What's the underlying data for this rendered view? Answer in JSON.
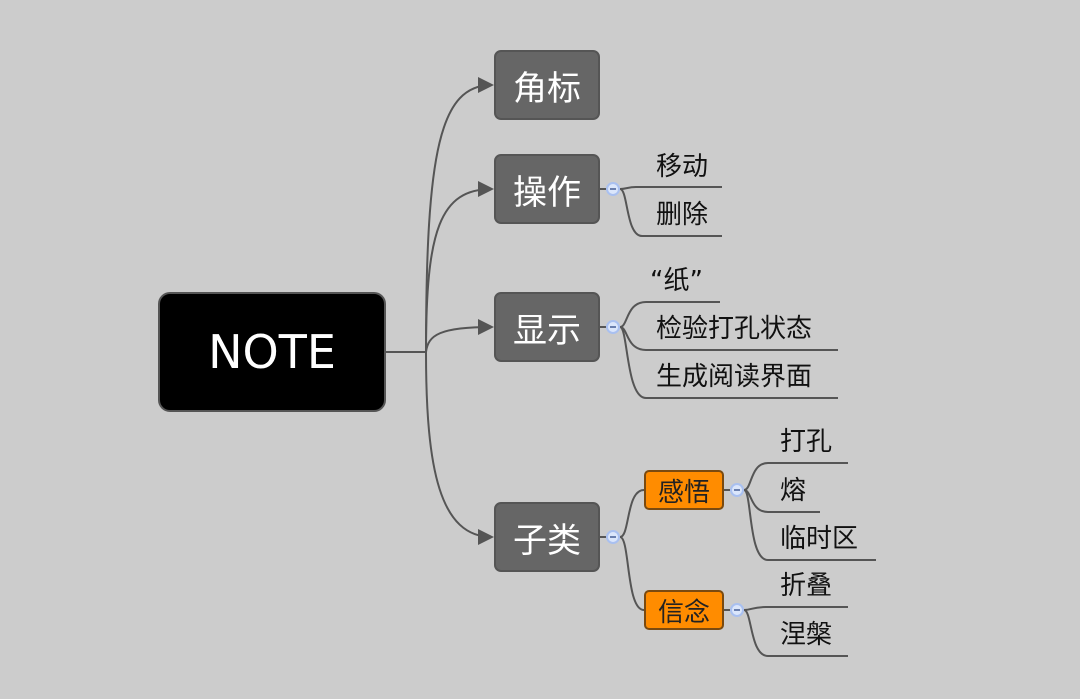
{
  "root": {
    "label": "NOTE"
  },
  "branches": [
    {
      "label": "角标"
    },
    {
      "label": "操作",
      "children": [
        "移动",
        "删除"
      ]
    },
    {
      "label": "显示",
      "children": [
        "“纸”",
        "检验打孔状态",
        "生成阅读界面"
      ]
    },
    {
      "label": "子类",
      "children": [
        {
          "label": "感悟",
          "children": [
            "打孔",
            "熔",
            "临时区"
          ]
        },
        {
          "label": "信念",
          "children": [
            "折叠",
            "涅槃"
          ]
        }
      ]
    }
  ],
  "colors": {
    "background": "#cccccc",
    "root": "#000000",
    "branch": "#666666",
    "sub": "#ff8c00"
  }
}
